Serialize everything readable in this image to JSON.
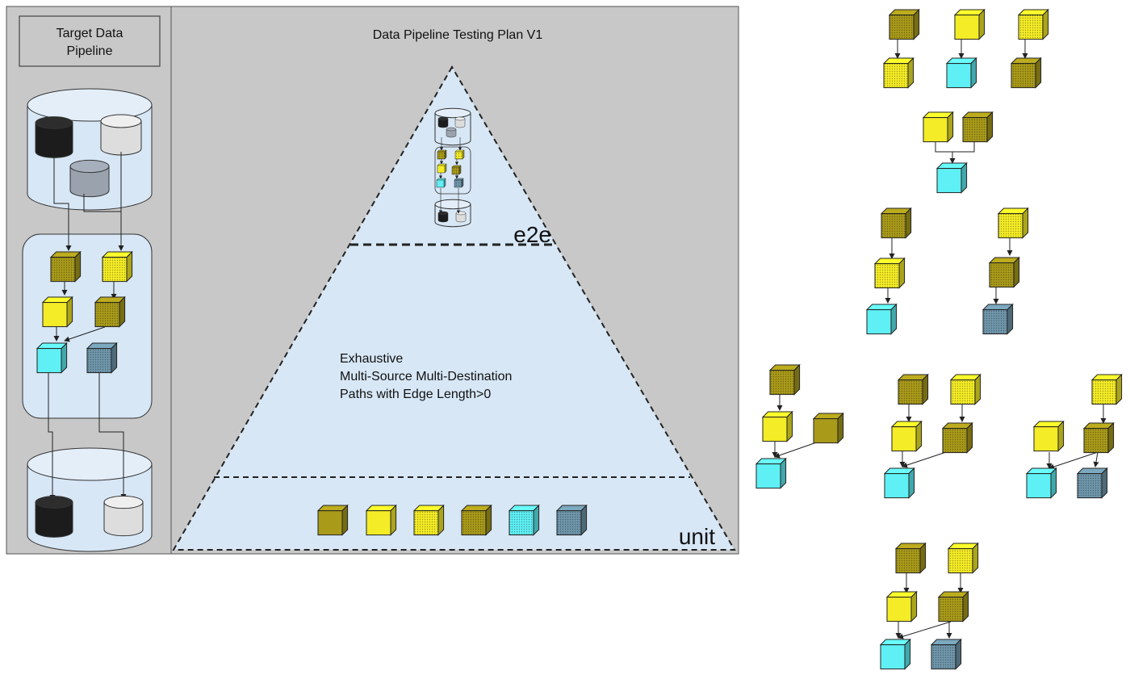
{
  "left_panel": {
    "title_line1": "Target Data",
    "title_line2": "Pipeline"
  },
  "main_panel": {
    "title": "Data Pipeline Testing Plan V1"
  },
  "pyramid": {
    "top_label": "e2e",
    "middle_line1": "Exhaustive",
    "middle_line2": "Multi-Source Multi-Destination",
    "middle_line3": "Paths with Edge Length>0",
    "bottom_label": "unit"
  },
  "colors": {
    "panel_bg": "#c8c8c8",
    "diagram_fill": "#d7e7f6",
    "olive": "#a99a1a",
    "yellow": "#f4ec26",
    "cyan": "#5ef0f4",
    "steel": "#6f97ab",
    "db_black": "#1c1c1c",
    "db_gray": "#9aa2ad",
    "db_light": "#dddddd"
  },
  "icons": {
    "cube": "cube-icon",
    "database": "database-icon"
  }
}
